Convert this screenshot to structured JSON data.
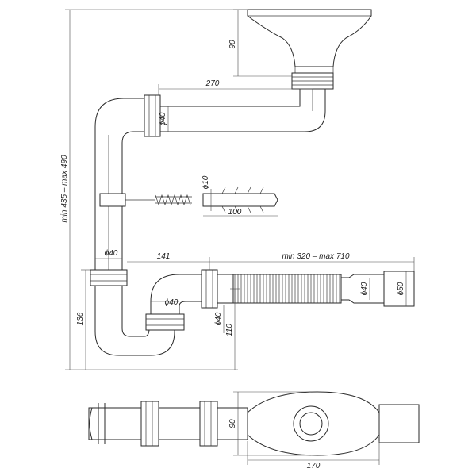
{
  "dimensions": {
    "funnel_height": "90",
    "top_pipe_length": "270",
    "top_pipe_diameter": "ϕ40",
    "total_height_range": "min 435 – max 490",
    "anchor_diameter": "ϕ10",
    "anchor_length": "100",
    "vertical_pipe_diameter": "ϕ40",
    "trap_offset": "141",
    "corrugated_length_range": "min 320 – max 710",
    "trap_elbow_diameter": "ϕ40",
    "trap_height": "136",
    "outlet_elbow_diameter": "ϕ40",
    "outlet_height": "110",
    "corrugated_inner_diameter": "ϕ40",
    "outlet_diameter": "ϕ50",
    "plan_width": "90",
    "plan_length": "170"
  },
  "colors": {
    "line": "#2a2a2a",
    "background": "#ffffff"
  }
}
